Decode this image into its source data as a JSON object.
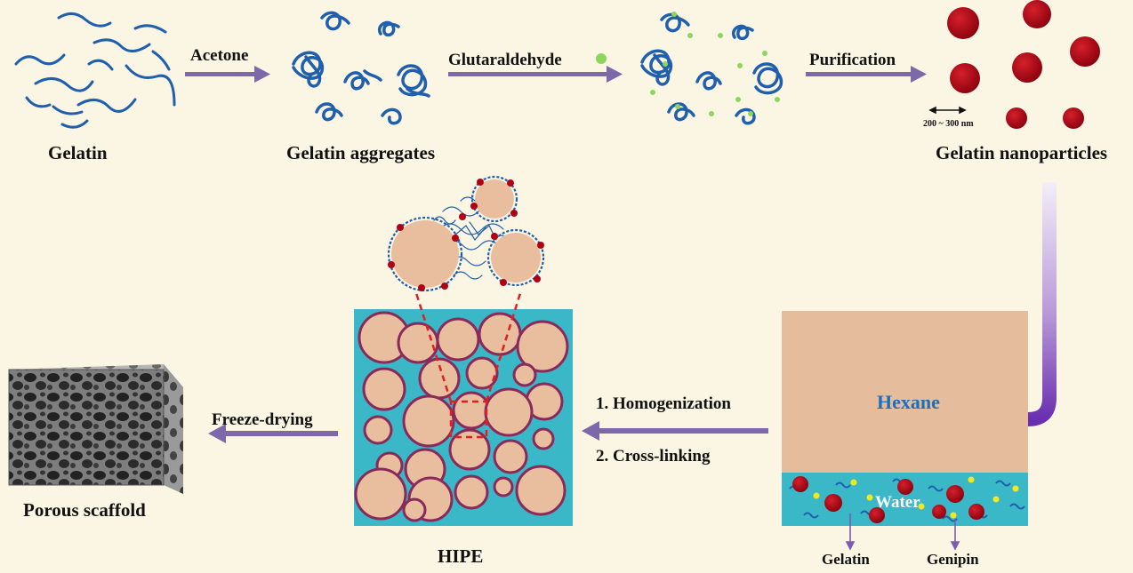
{
  "labels": {
    "gelatin": "Gelatin",
    "acetone": "Acetone",
    "gelatin_aggregates": "Gelatin aggregates",
    "glutaraldehyde": "Glutaraldehyde",
    "purification": "Purification",
    "scale": "200 ~ 300 nm",
    "gelatin_nanoparticles": "Gelatin nanoparticles",
    "hexane": "Hexane",
    "water": "Water",
    "gelatin_bottom": "Gelatin",
    "genipin": "Genipin",
    "homogenization": "1. Homogenization",
    "crosslinking": "2. Cross-linking",
    "hipe": "HIPE",
    "freeze_drying": "Freeze-drying",
    "porous_scaffold": "Porous scaffold"
  },
  "colors": {
    "background": "#fbf5e3",
    "arrow": "#7d68a9",
    "arrow_dark": "#6b3fa8",
    "chain": "#1f5fae",
    "particle": "#b00014",
    "glutaraldehyde": "#8cd65e",
    "genipin": "#f4e81c",
    "hexane_phase": "#e6bd9c",
    "water_phase": "#3ab8c8",
    "droplet": "#e9be9e",
    "droplet_border": "#8a2a5a",
    "zoom_lines": "#e02020"
  },
  "icons": [
    "arrow-icon",
    "gelatin-chain-icon",
    "nanoparticle-icon",
    "porous-scaffold-image",
    "hipe-emulsion-icon"
  ]
}
